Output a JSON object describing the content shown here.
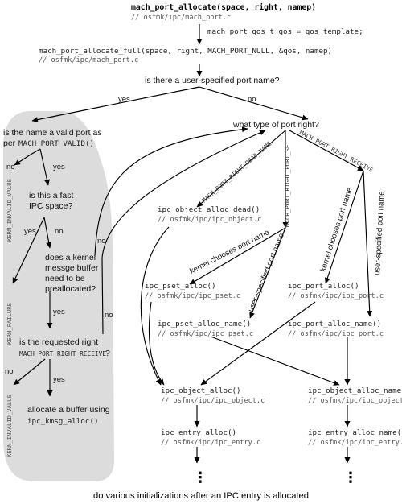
{
  "nodes": {
    "top": {
      "code": "mach_port_allocate(space, right, namep)",
      "path": "// osfmk/ipc/mach_port.c"
    },
    "qos_note": "mach_port_qos_t qos = qos_template;",
    "full": {
      "code": "mach_port_allocate_full(space, right, MACH_PORT_NULL, &qos, namep)",
      "path": "// osfmk/ipc/mach_port.c"
    },
    "q_user_name": "is there a user-specified port name?",
    "q_valid_a": "is the name a valid port as",
    "q_valid_b_pre": "per",
    "q_valid_b_code": "MACH_PORT_VALID()",
    "q_fast_a": "is this a fast",
    "q_fast_b": "IPC space?",
    "q_kmsg_a": "does a kernel",
    "q_kmsg_b": "messge buffer",
    "q_kmsg_c": "need to be",
    "q_kmsg_d": "preallocated?",
    "q_right_a": "is the requested right",
    "q_right_b_code": "MACH_PORT_RIGHT_RECEIVE",
    "q_right_b_post": "?",
    "alloc_buf_a": "allocate a buffer using",
    "alloc_buf_b": "ipc_kmsg_alloc()",
    "q_type": "what type of port right?",
    "dead": {
      "code": "ipc_object_alloc_dead()",
      "path": "// osfmk/ipc/ipc_object.c"
    },
    "pset": {
      "code": "ipc_pset_alloc()",
      "path": "// osfmk/ipc/ipc_pset.c"
    },
    "port": {
      "code": "ipc_port_alloc()",
      "path": "// osfmk/ipc/ipc_port.c"
    },
    "pset_name": {
      "code": "ipc_pset_alloc_name()",
      "path": "// osfmk/ipc/ipc_pset.c"
    },
    "port_name": {
      "code": "ipc_port_alloc_name()",
      "path": "// osfmk/ipc/ipc_port.c"
    },
    "obj": {
      "code": "ipc_object_alloc()",
      "path": "// osfmk/ipc/ipc_object.c"
    },
    "obj_name": {
      "code": "ipc_object_alloc_name()",
      "path": "// osfmk/ipc/ipc_object.c"
    },
    "entry": {
      "code": "ipc_entry_alloc()",
      "path": "// osfmk/ipc/ipc_entry.c"
    },
    "entry_name": {
      "code": "ipc_entry_alloc_name()",
      "path": "// osfmk/ipc/ipc_entry.c"
    },
    "footer": "do various initializations after an IPC entry is allocated"
  },
  "edges": {
    "yes": "yes",
    "no": "no",
    "dead_name": "MACH_PORT_RIGHT_DEAD_NAME",
    "port_set": "MACH_PORT_RIGHT_PORT_SET",
    "receive": "MACH_PORT_RIGHT_RECEIVE",
    "kernel_chooses": "kernel chooses port name",
    "user_specified": "user-specified port name"
  },
  "side_labels": {
    "invalid_value": "KERN_INVALID_VALUE",
    "failure": "KERN_FAILURE"
  },
  "ellipsis": "⋮",
  "colors": {
    "shade": "#dcdcdc",
    "line": "#000000"
  }
}
